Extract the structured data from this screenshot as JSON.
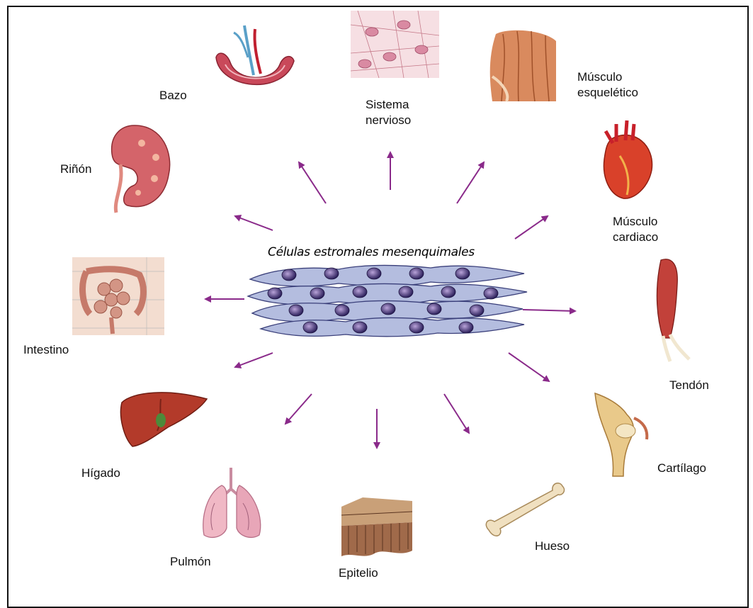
{
  "title": "Células estromales mesenquimales",
  "arrow_color": "#8a2a8a",
  "organs": {
    "bazo": "Bazo",
    "sistema_nervioso_1": "Sistema",
    "sistema_nervioso_2": "nervioso",
    "musculo_esqueletico_1": "Músculo",
    "musculo_esqueletico_2": "esquelético",
    "rinon": "Riñón",
    "musculo_cardiaco_1": "Músculo",
    "musculo_cardiaco_2": "cardiaco",
    "intestino": "Intestino",
    "tendon": "Tendón",
    "higado": "Hígado",
    "cartilago": "Cartílago",
    "pulmon": "Pulmón",
    "epitelio": "Epitelio",
    "hueso": "Hueso"
  },
  "icons": [
    "spleen-icon",
    "neural-tissue-icon",
    "skeletal-muscle-icon",
    "kidney-icon",
    "heart-icon",
    "intestine-icon",
    "tendon-icon",
    "liver-icon",
    "cartilage-icon",
    "lung-icon",
    "epithelium-icon",
    "bone-icon",
    "cell-cluster-icon"
  ]
}
